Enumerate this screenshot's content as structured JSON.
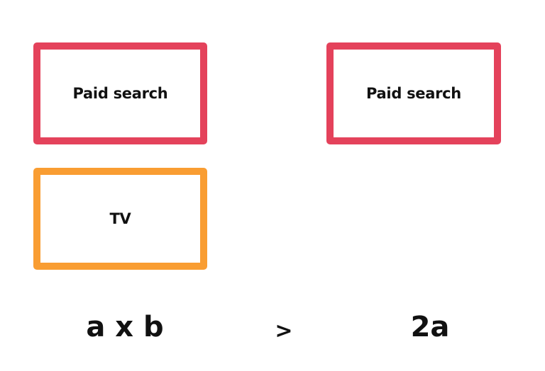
{
  "diagram": {
    "left_column": {
      "boxes": [
        {
          "label": "Paid search",
          "border_color": "#E4425B"
        },
        {
          "label": "TV",
          "border_color": "#F99D32"
        }
      ]
    },
    "right_column": {
      "boxes": [
        {
          "label": "Paid search",
          "border_color": "#E4425B"
        }
      ]
    },
    "comparison": {
      "left_expression": "a x b",
      "operator": ">",
      "right_expression": "2a"
    }
  }
}
